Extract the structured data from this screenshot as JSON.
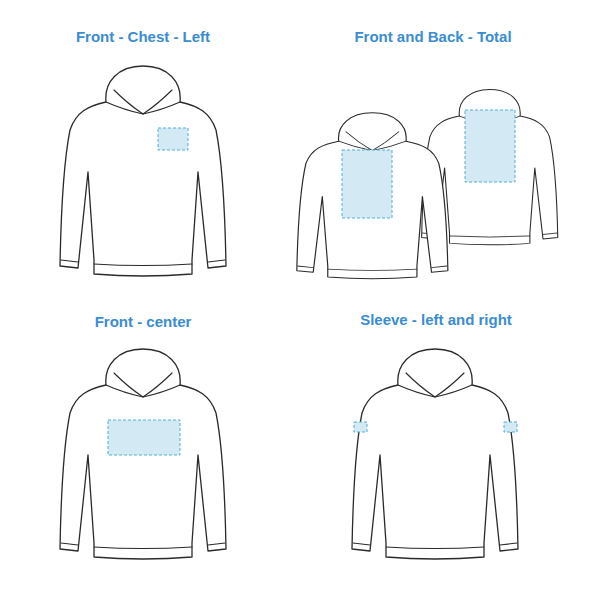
{
  "diagram": {
    "labels": [
      "Front - Chest - Left",
      "Front and Back - Total",
      "Front - center",
      "Sleeve - left and right"
    ]
  }
}
